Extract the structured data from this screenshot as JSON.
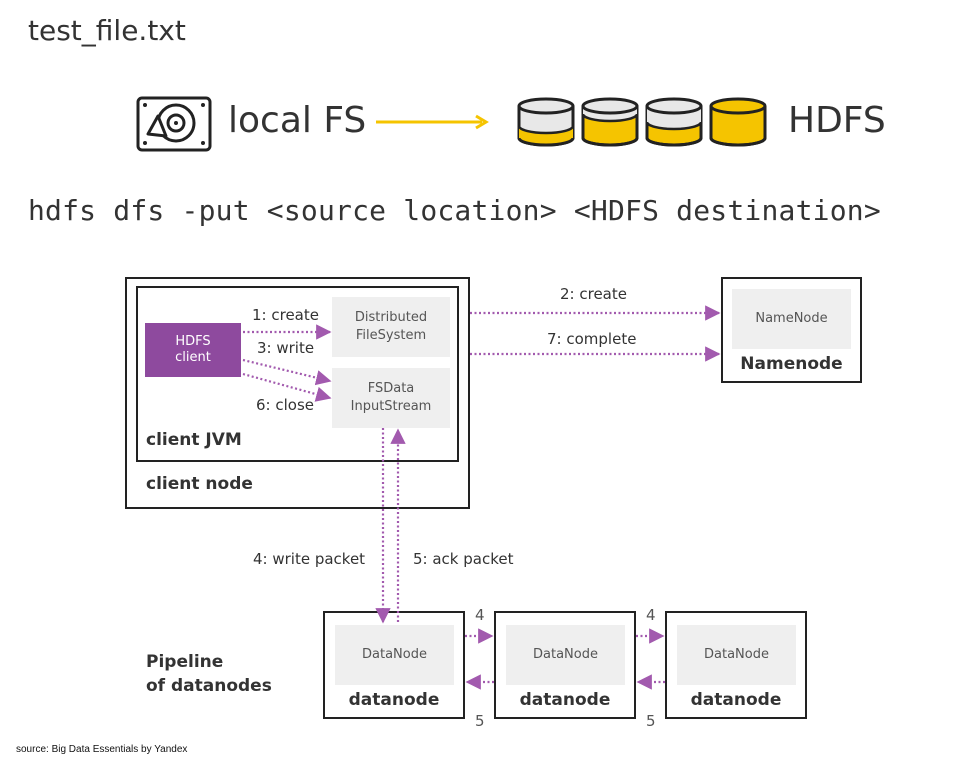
{
  "title": "test_file.txt",
  "top_row": {
    "local_label": "local FS",
    "hdfs_label": "HDFS"
  },
  "command": "hdfs dfs -put <source location> <HDFS destination>",
  "diagram": {
    "client_node_label": "client node",
    "client_jvm_label": "client JVM",
    "hdfs_client": [
      "HDFS",
      "client"
    ],
    "distributed_fs": [
      "Distributed",
      "FileSystem"
    ],
    "fsdata": [
      "FSData",
      "InputStream"
    ],
    "namenode_inner": "NameNode",
    "namenode_label": "Namenode",
    "steps": {
      "create1": "1: create",
      "write3": "3: write",
      "close6": "6: close",
      "create2": "2: create",
      "complete7": "7: complete",
      "write_packet4": "4: write packet",
      "ack_packet5": "5: ack packet"
    },
    "pipeline_label": [
      "Pipeline",
      "of datanodes"
    ],
    "datanode_inner": "DataNode",
    "datanode_label": "datanode",
    "pipe_numbers": {
      "forward": "4",
      "back": "5"
    }
  },
  "colors": {
    "arrow_purple": "#a25aae",
    "client_purple": "#8e4a9e",
    "yellow": "#f5c400"
  },
  "icons": [
    "hard-drive-icon",
    "right-arrow-icon",
    "database-icon"
  ],
  "source": "source: Big Data Essentials by Yandex"
}
